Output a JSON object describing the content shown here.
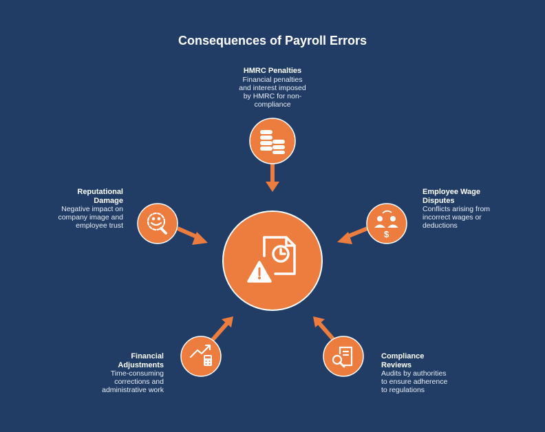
{
  "title": "Consequences of Payroll Errors",
  "colors": {
    "background": "#213d66",
    "accent": "#ed7d3f",
    "ring": "#ffffff"
  },
  "center": {
    "icon": "document-clock-warning-icon"
  },
  "nodes": [
    {
      "id": "hmrc",
      "title": "HMRC Penalties",
      "desc": [
        "Financial penalties",
        "and interest imposed",
        "by HMRC for non-",
        "compliance"
      ],
      "icon": "coins-icon"
    },
    {
      "id": "reputational",
      "title": [
        "Reputational",
        "Damage"
      ],
      "desc": [
        "Negative impact on",
        "company image and",
        "employee trust"
      ],
      "icon": "broken-badge-icon"
    },
    {
      "id": "employee",
      "title": [
        "Employee Wage",
        "Disputes"
      ],
      "desc": [
        "Conflicts arising from",
        "incorrect wages or",
        "deductions"
      ],
      "icon": "people-dollar-icon"
    },
    {
      "id": "financial",
      "title": [
        "Financial",
        "Adjustments"
      ],
      "desc": [
        "Time-consuming",
        "corrections and",
        "administrative work"
      ],
      "icon": "chart-calculator-icon"
    },
    {
      "id": "compliance",
      "title": [
        "Compliance",
        "Reviews"
      ],
      "desc": [
        "Audits by authorities",
        "to ensure adherence",
        "to regulations"
      ],
      "icon": "document-search-icon"
    }
  ]
}
